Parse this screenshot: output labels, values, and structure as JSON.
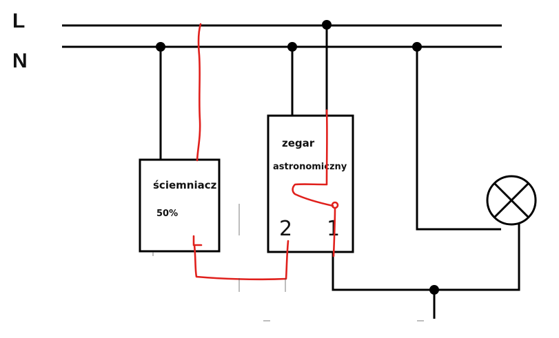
{
  "bus": {
    "line_label": "L",
    "neutral_label": "N"
  },
  "dimmer": {
    "title": "ściemniacz",
    "value": "50%"
  },
  "timer": {
    "title_line1": "zegar",
    "title_line2": "astronomiczny",
    "terminal_2": "2",
    "terminal_1": "1"
  },
  "colors": {
    "wire": "#000000",
    "drawn_wire": "#e0201c"
  }
}
